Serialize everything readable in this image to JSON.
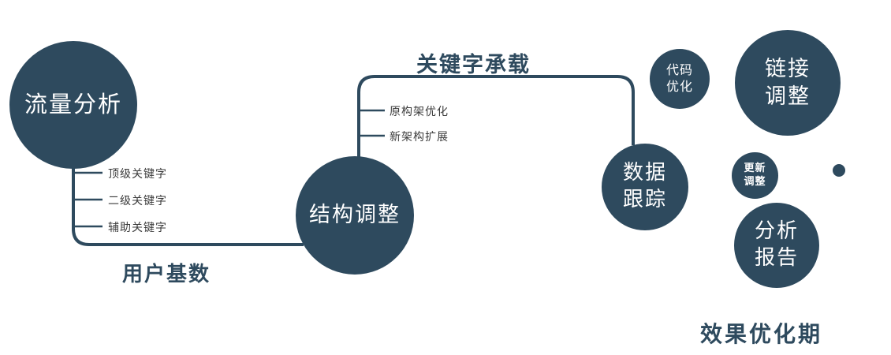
{
  "colors": {
    "accent": "#2e4a5e"
  },
  "nodes": {
    "traffic": {
      "label": "流量分析"
    },
    "structure": {
      "label": "结构调整"
    },
    "tracking": {
      "line1": "数据",
      "line2": "跟踪"
    },
    "code": {
      "line1": "代码",
      "line2": "优化"
    },
    "link": {
      "line1": "链接",
      "line2": "调整"
    },
    "update": {
      "line1": "更新",
      "line2": "调整"
    },
    "report": {
      "line1": "分析",
      "line2": "报告"
    }
  },
  "edge_labels": {
    "user_base": "用户基数",
    "keyword_bearing": "关键字承载"
  },
  "branches": {
    "traffic_keywords": [
      "顶级关键字",
      "二级关键字",
      "辅助关键字"
    ],
    "structure_items": [
      "原构架优化",
      "新架构扩展"
    ]
  },
  "footer": "效果优化期"
}
